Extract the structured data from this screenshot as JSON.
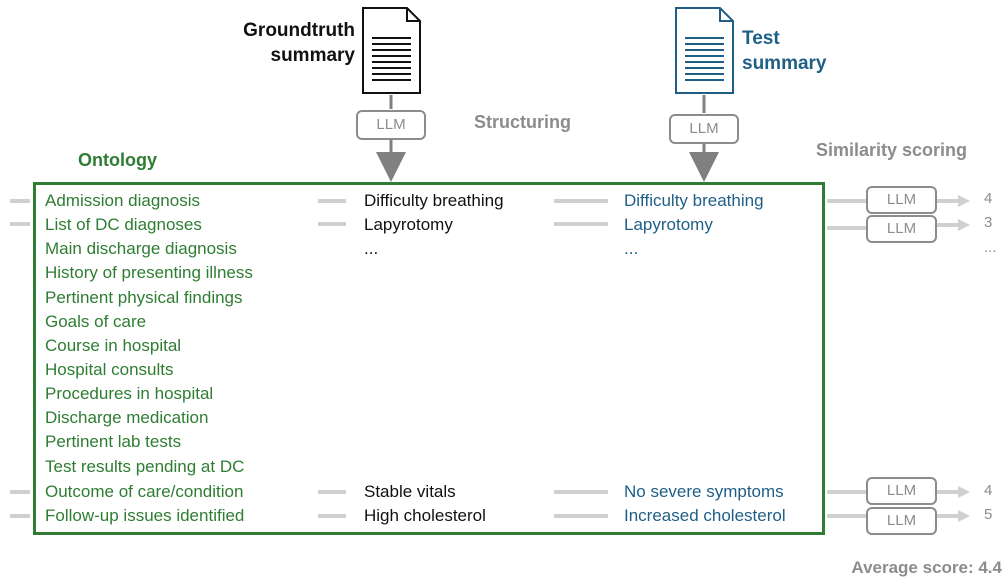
{
  "header": {
    "groundtruth_line1": "Groundtruth",
    "groundtruth_line2": "summary",
    "test_line1": "Test",
    "test_line2": "summary",
    "structuring": "Structuring",
    "similarity_scoring": "Similarity scoring",
    "ontology": "Ontology",
    "llm": "LLM"
  },
  "ontology": {
    "items": [
      "Admission diagnosis",
      "List of DC diagnoses",
      "Main discharge diagnosis",
      "History of presenting illness",
      "Pertinent physical findings",
      "Goals of care",
      "Course in hospital",
      "Hospital consults",
      "Procedures in hospital",
      "Discharge medication",
      "Pertinent lab tests",
      "Test results pending at DC",
      "Outcome of care/condition",
      "Follow-up issues identified"
    ]
  },
  "groundtruth_values": [
    "Difficulty breathing",
    "Lapyrotomy",
    "...",
    "Stable vitals",
    "High cholesterol"
  ],
  "test_values": [
    "Difficulty breathing",
    "Lapyrotomy",
    "...",
    "No severe symptoms",
    "Increased cholesterol"
  ],
  "scores": [
    "4",
    "3",
    "...",
    "4",
    "5"
  ],
  "footer": {
    "average_score": "Average score: 4.4"
  },
  "colors": {
    "green": "#2e7d32",
    "blue": "#1f5f86",
    "gray": "#8c8c8c",
    "connector": "#d0d0d0"
  }
}
